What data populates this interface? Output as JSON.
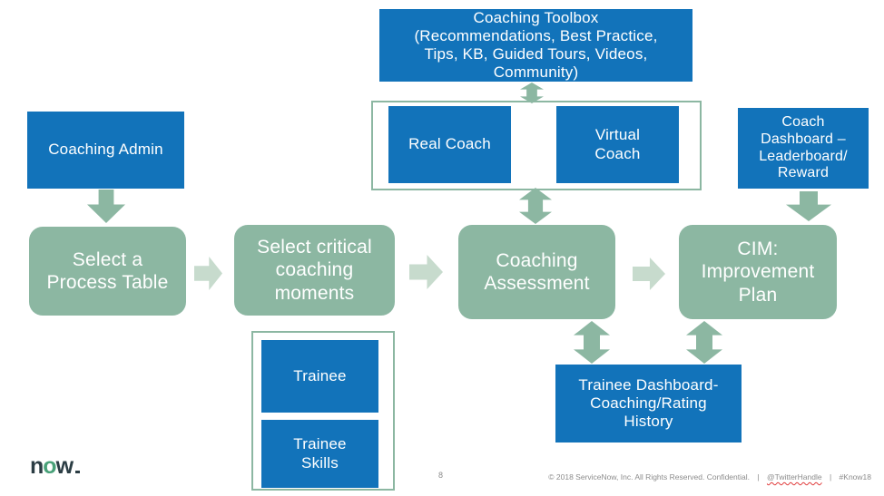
{
  "slide": {
    "boxes": {
      "coaching_toolbox": [
        "Coaching Toolbox",
        "(Recommendations, Best Practice,",
        "Tips, KB, Guided Tours, Videos,",
        "Community)"
      ],
      "real_coach": "Real Coach",
      "virtual_coach": [
        "Virtual",
        "Coach"
      ],
      "coaching_admin": "Coaching Admin",
      "coach_dashboard": [
        "Coach",
        "Dashboard –",
        "Leaderboard/",
        "Reward"
      ],
      "select_process_table": [
        "Select a",
        "Process Table"
      ],
      "select_critical_moments": [
        "Select critical",
        "coaching",
        "moments"
      ],
      "coaching_assessment": [
        "Coaching",
        "Assessment"
      ],
      "cim_improvement_plan": [
        "CIM:",
        "Improvement",
        "Plan"
      ],
      "trainee": "Trainee",
      "trainee_skills": [
        "Trainee",
        "Skills"
      ],
      "trainee_dashboard": [
        "Trainee Dashboard-",
        "Coaching/Rating",
        "History"
      ]
    },
    "icons": {
      "down_arrow": "solid block arrow pointing down",
      "double_vertical_arrow": "solid block arrow with heads up and down",
      "right_arrow": "light block arrow pointing right"
    },
    "logo": {
      "part_n": "n",
      "part_o": "o",
      "part_w": "w"
    },
    "page_number": "8",
    "footer": {
      "copyright": "© 2018 ServiceNow, Inc. All Rights Reserved. Confidential.",
      "separator": "|",
      "twitter_handle": "@TwitterHandle",
      "hashtag": "#Know18"
    }
  },
  "colors": {
    "blue": "#1273BA",
    "green": "#8CB7A2",
    "green_light": "#C7DBCD",
    "panel_border": "#8CB7A2",
    "text_white": "#FFFFFF",
    "footer_gray": "#8C8C8C",
    "logo_dark": "#2B3D44",
    "logo_green": "#48A178",
    "misspell_red": "#E03A3A",
    "background": "#FFFFFF"
  }
}
